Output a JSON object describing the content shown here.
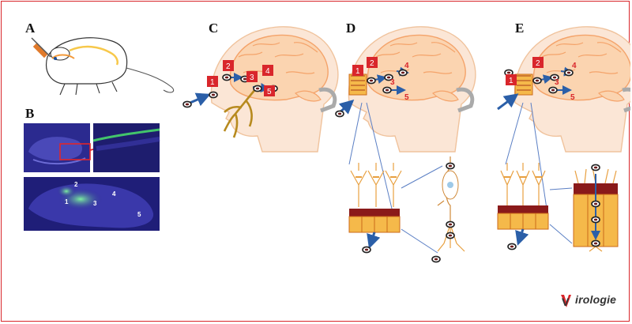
{
  "panels": {
    "a": "A",
    "b": "B",
    "c": "C",
    "d": "D",
    "e": "E"
  },
  "steps": [
    "1",
    "2",
    "3",
    "4",
    "5"
  ],
  "logo": {
    "text": "irologie",
    "initial": "V"
  },
  "colors": {
    "frame": "#d9262b",
    "badge": "#d9262b",
    "brain": "#f4a36a",
    "brainFill": "#fbd4b0",
    "head": "#f0c39d",
    "nerve": "#b78a1e",
    "arrow": "#2b5fa8",
    "neuron": "#e8b15a",
    "scan": "#2b2a8f"
  }
}
